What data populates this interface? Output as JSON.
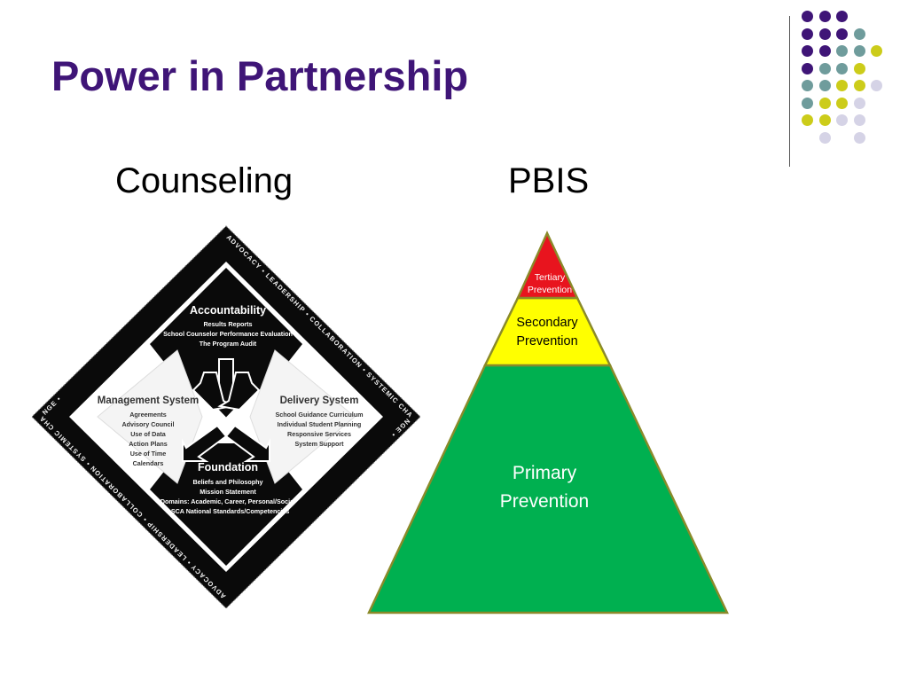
{
  "slide": {
    "title": "Power in Partnership",
    "left_heading": "Counseling",
    "right_heading": "PBIS"
  },
  "colors": {
    "title": "#3f1577",
    "tertiary": "#e8141e",
    "secondary": "#ffff00",
    "primary": "#00b050",
    "pyramid_outline": "#8a8a2a",
    "dot_purple": "#3f1577",
    "dot_teal": "#6f9c9c",
    "dot_yellow": "#cccc1a",
    "dot_lilac": "#d5d3e6"
  },
  "asca_model": {
    "border_text": "ADVOCACY • LEADERSHIP • COLLABORATION • SYSTEMIC CHANGE •",
    "accountability": {
      "heading": "Accountability",
      "lines": [
        "Results Reports",
        "School Counselor Performance Evaluation",
        "The Program Audit"
      ]
    },
    "management": {
      "heading": "Management System",
      "lines": [
        "Agreements",
        "Advisory Council",
        "Use of Data",
        "Action Plans",
        "Use of Time",
        "Calendars"
      ]
    },
    "delivery": {
      "heading": "Delivery System",
      "lines": [
        "School Guidance Curriculum",
        "Individual Student Planning",
        "Responsive Services",
        "System Support"
      ]
    },
    "foundation": {
      "heading": "Foundation",
      "lines": [
        "Beliefs and Philosophy",
        "Mission Statement",
        "Domains: Academic, Career, Personal/Social",
        "ASCA National Standards/Competencies"
      ]
    }
  },
  "pyramid": {
    "tertiary": [
      "Tertiary",
      "Prevention"
    ],
    "secondary": [
      "Secondary",
      "Prevention"
    ],
    "primary": [
      "Primary",
      "Prevention"
    ]
  },
  "dot_grid": [
    [
      "dot_purple",
      "dot_purple",
      "dot_purple",
      null,
      null
    ],
    [
      "dot_purple",
      "dot_purple",
      "dot_purple",
      "dot_teal",
      null
    ],
    [
      "dot_purple",
      "dot_purple",
      "dot_teal",
      "dot_teal",
      "dot_yellow"
    ],
    [
      "dot_purple",
      "dot_teal",
      "dot_teal",
      "dot_yellow",
      null
    ],
    [
      "dot_teal",
      "dot_teal",
      "dot_yellow",
      "dot_yellow",
      "dot_lilac"
    ],
    [
      "dot_teal",
      "dot_yellow",
      "dot_yellow",
      "dot_lilac",
      null
    ],
    [
      "dot_yellow",
      "dot_yellow",
      "dot_lilac",
      "dot_lilac",
      null
    ],
    [
      null,
      "dot_lilac",
      null,
      "dot_lilac",
      null
    ]
  ]
}
